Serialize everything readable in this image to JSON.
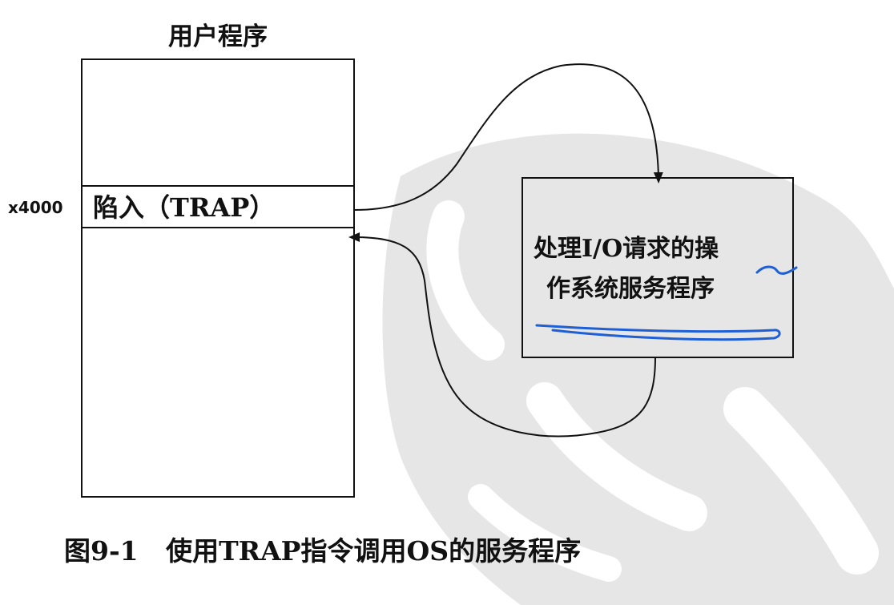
{
  "diagram": {
    "user_program_label": "用户程序",
    "address_label": "x4000",
    "trap_instruction_label": "陷入（TRAP）",
    "os_service_lines": [
      "处理I/O请求的操",
      "作系统服务程序"
    ],
    "caption": "图9-1   使用TRAP指令调用OS的服务程序"
  },
  "colors": {
    "ink": "#111111",
    "watermark": "#e6e6e6",
    "annotation": "#1f5fd6"
  }
}
